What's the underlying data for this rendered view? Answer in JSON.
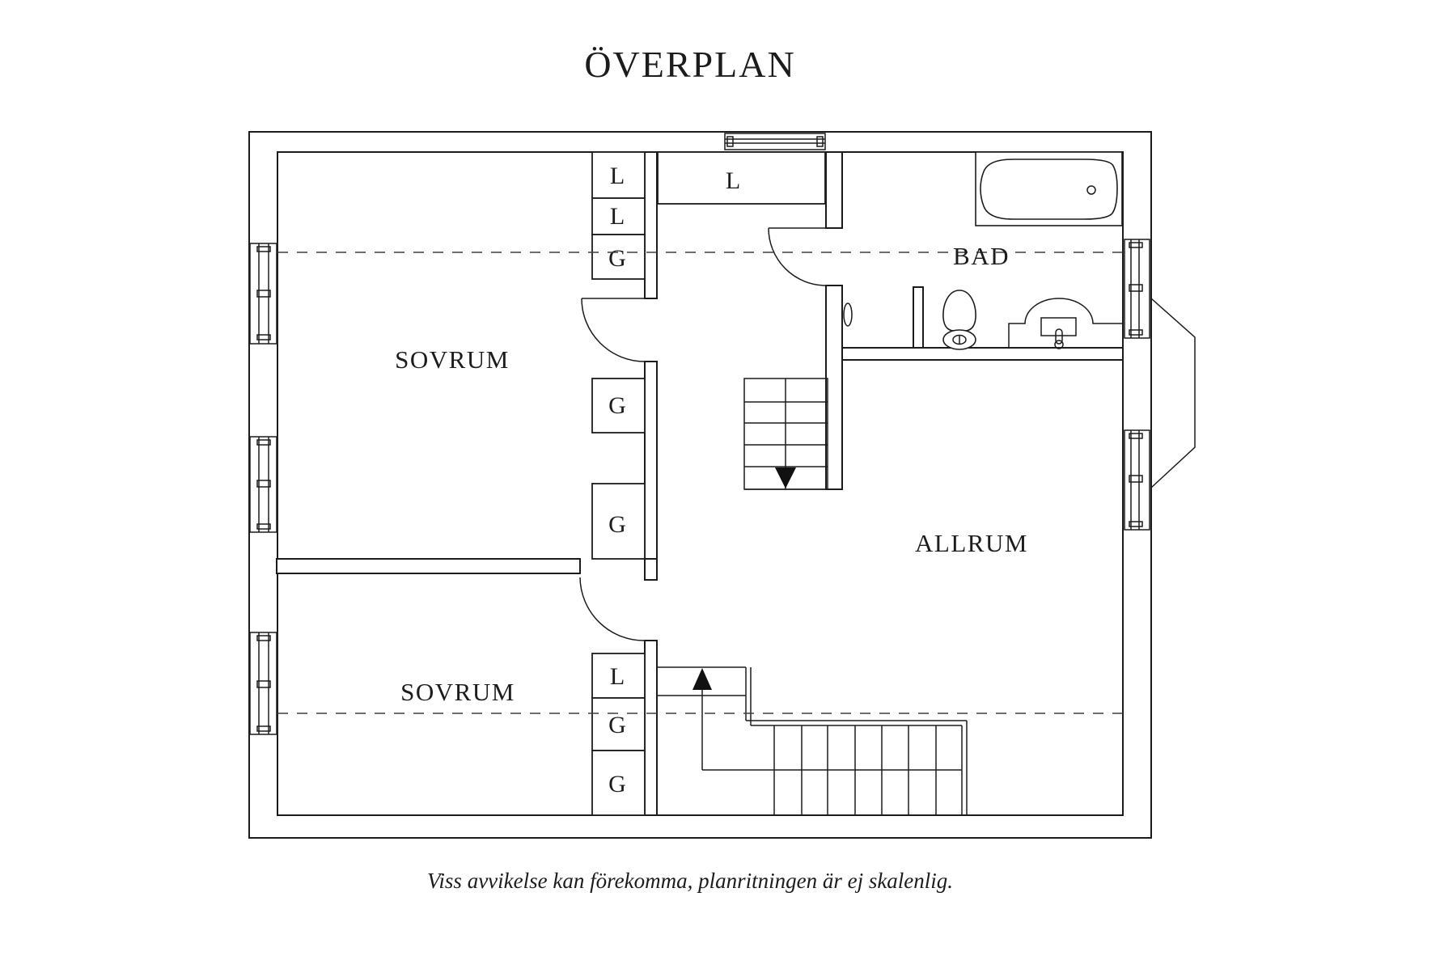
{
  "title": "ÖVERPLAN",
  "footer": "Viss avvikelse kan förekomma, planritningen är ej skalenlig.",
  "rooms": {
    "bedroom_top": "SOVRUM",
    "bedroom_bottom": "SOVRUM",
    "bathroom": "BAD",
    "living_room": "ALLRUM"
  },
  "closets": {
    "top_l1": "L",
    "top_l2": "L",
    "top_g1": "G",
    "mid_g1": "G",
    "mid_g2": "G",
    "hall_l": "L",
    "bottom_l": "L",
    "bottom_g1": "G",
    "bottom_g2": "G"
  },
  "colors": {
    "line": "#1c1c1c",
    "dash_line": "#3f3f3f",
    "background": "#ffffff"
  }
}
